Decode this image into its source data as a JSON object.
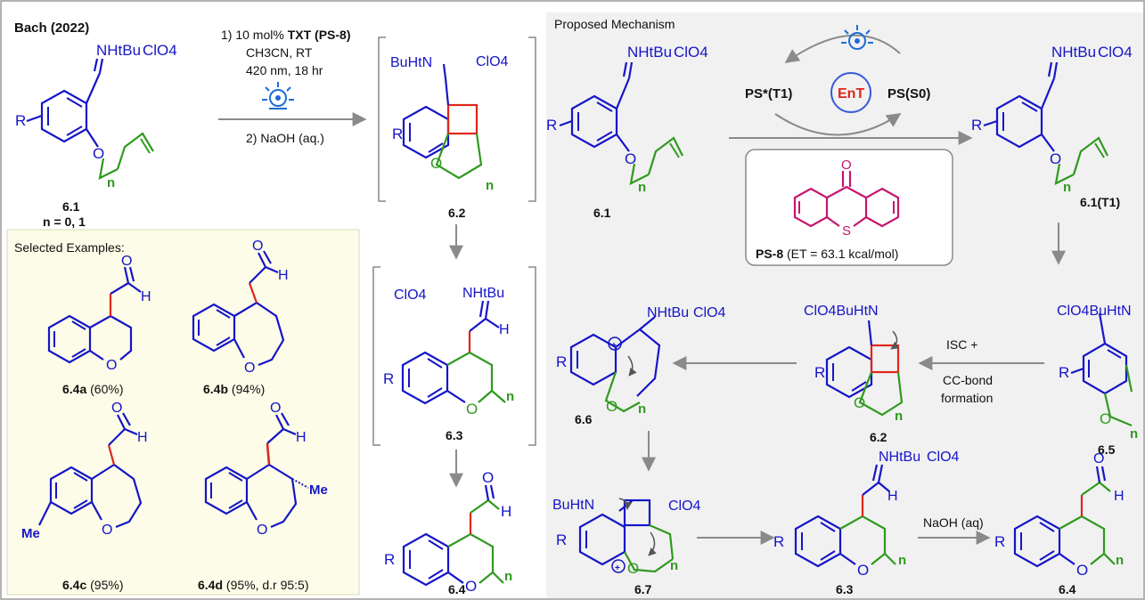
{
  "left_panel": {
    "title": "Bach (2022)",
    "conditions": {
      "line1_prefix": "1) 10 mol% ",
      "line1_bold": "TXT (PS-8)",
      "line2": "CH3CN, RT",
      "line3": "420 nm, 18 hr",
      "line4": "2) NaOH (aq.)"
    },
    "substrate_label": "6.1",
    "substrate_n": "n = 0, 1",
    "intermediate_label": "6.2",
    "iminium_label": "6.3",
    "product_label": "6.4",
    "examples_header": "Selected Examples:",
    "examples": [
      {
        "id": "6.4a",
        "yield": " (60%)"
      },
      {
        "id": "6.4b",
        "yield": " (94%)"
      },
      {
        "id": "6.4c",
        "yield": " (95%)"
      },
      {
        "id": "6.4d",
        "yield": " (95%, d.r 95:5)"
      }
    ]
  },
  "right_panel": {
    "title": "Proposed Mechanism",
    "ps_excited": "PS*(T1)",
    "ps_ground": "PS(S0)",
    "ent": "EnT",
    "ps8_label": "PS-8",
    "ps8_energy": " (ET = 63.1 kcal/mol)",
    "isc_line1": "ISC +",
    "isc_line2": "CC-bond",
    "isc_line3": "formation",
    "naoh": "NaOH (aq)",
    "labels": {
      "s61": "6.1",
      "s61t1": "6.1(T1)",
      "s65": "6.5",
      "s62": "6.2",
      "s66": "6.6",
      "s67": "6.7",
      "s63": "6.3",
      "s64": "6.4"
    }
  },
  "chem_text": {
    "iminium": "NHtBu",
    "perchlorate": "ClO4",
    "buhtn": "BuHtN",
    "nhtbu_t": "NHtBu",
    "clo4buhtn": "ClO4BuHtN",
    "r": "R",
    "n": "n",
    "o": "O",
    "h": "H",
    "s": "S",
    "me": "Me"
  },
  "colors": {
    "blue": "#1515c8",
    "green": "#2f9a1e",
    "red": "#e0261b",
    "magenta": "#c6166e",
    "black": "#111111",
    "arrow_gray": "#8a8a8a",
    "right_bg": "#f1f1f1",
    "examples_bg": "#fcfce8"
  }
}
